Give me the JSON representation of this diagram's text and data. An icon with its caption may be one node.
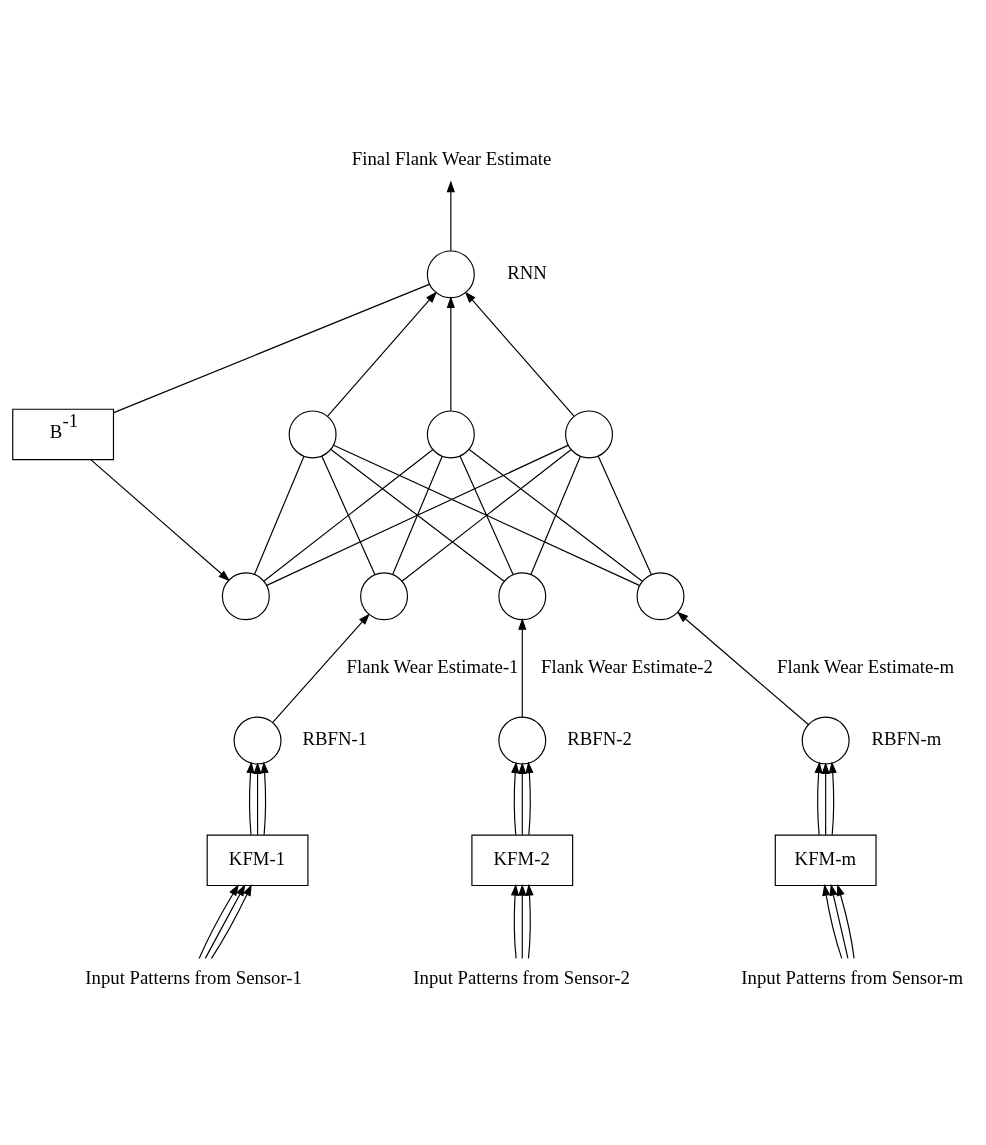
{
  "diagram": {
    "nodes": [
      {
        "text": [
          "Final Flank Wear Estimate"
        ]
      },
      {
        "text": [],
        "shape": "circle",
        "beside": [
          "RNN"
        ]
      },
      {
        "text": [],
        "shape": "circle"
      },
      {
        "text": [],
        "shape": "circle"
      },
      {
        "text": [],
        "shape": "circle"
      },
      {
        "text": [
          "B$^{-1}$"
        ]
      },
      {
        "text": [],
        "shape": "circle"
      },
      {
        "text": [],
        "shape": "circle"
      },
      {
        "text": [],
        "shape": "circle"
      },
      {
        "text": [],
        "shape": "circle"
      },
      {
        "text": [],
        "shape": "circle",
        "beside": [
          "RBFN-1"
        ]
      },
      {
        "text": [],
        "shape": "circle",
        "beside": [
          "RBFN-2"
        ]
      },
      {
        "text": [],
        "shape": "circle",
        "beside": [
          "RBFN-m"
        ]
      },
      {
        "text": [
          "KFM-1"
        ]
      },
      {
        "text": [
          "KFM-2"
        ]
      },
      {
        "text": [
          "KFM-m"
        ]
      },
      {
        "text": [
          "Input Patterns from Sensor-1"
        ]
      },
      {
        "text": [
          "Input Patterns from Sensor-2"
        ]
      },
      {
        "text": [
          "Input Patterns from Sensor-m"
        ]
      }
    ],
    "edges": [
      {
        "from": 1,
        "to": 0,
        "arrow": "to"
      },
      {
        "from": 2,
        "to": 1,
        "arrow": "to"
      },
      {
        "from": 3,
        "to": 1,
        "arrow": "to"
      },
      {
        "from": 4,
        "to": 1,
        "arrow": "to"
      },
      {
        "from": 6,
        "to": 2,
        "arrow": "none"
      },
      {
        "from": 6,
        "to": 3,
        "arrow": "none"
      },
      {
        "from": 6,
        "to": 4,
        "arrow": "none"
      },
      {
        "from": 7,
        "to": 2,
        "arrow": "none"
      },
      {
        "from": 7,
        "to": 3,
        "arrow": "none"
      },
      {
        "from": 7,
        "to": 4,
        "arrow": "none"
      },
      {
        "from": 8,
        "to": 2,
        "arrow": "none"
      },
      {
        "from": 8,
        "to": 3,
        "arrow": "none"
      },
      {
        "from": 8,
        "to": 4,
        "arrow": "none"
      },
      {
        "from": 9,
        "to": 2,
        "arrow": "none"
      },
      {
        "from": 9,
        "to": 3,
        "arrow": "none"
      },
      {
        "from": 9,
        "to": 4,
        "arrow": "none"
      },
      {
        "from": 1,
        "to": 5,
        "arrow": "none"
      },
      {
        "from": 5,
        "to": 6,
        "arrow": "to"
      },
      {
        "from": 10,
        "to": 7,
        "arrow": "to",
        "label": "Flank Wear Estimate-1"
      },
      {
        "from": 11,
        "to": 8,
        "arrow": "to",
        "label": "Flank Wear Estimate-2"
      },
      {
        "from": 12,
        "to": 9,
        "arrow": "to",
        "label": "Flank Wear Estimate-m"
      },
      {
        "from": 13,
        "to": 10,
        "arrow": "to"
      },
      {
        "from": 13,
        "to": 10,
        "arrow": "to"
      },
      {
        "from": 13,
        "to": 10,
        "arrow": "to"
      },
      {
        "from": 14,
        "to": 11,
        "arrow": "to"
      },
      {
        "from": 14,
        "to": 11,
        "arrow": "to"
      },
      {
        "from": 14,
        "to": 11,
        "arrow": "to"
      },
      {
        "from": 15,
        "to": 12,
        "arrow": "to"
      },
      {
        "from": 15,
        "to": 12,
        "arrow": "to"
      },
      {
        "from": 15,
        "to": 12,
        "arrow": "to"
      },
      {
        "from": 16,
        "to": 13,
        "arrow": "to"
      },
      {
        "from": 16,
        "to": 13,
        "arrow": "to"
      },
      {
        "from": 16,
        "to": 13,
        "arrow": "to"
      },
      {
        "from": 17,
        "to": 14,
        "arrow": "to"
      },
      {
        "from": 17,
        "to": 14,
        "arrow": "to"
      },
      {
        "from": 17,
        "to": 14,
        "arrow": "to"
      },
      {
        "from": 18,
        "to": 15,
        "arrow": "to"
      },
      {
        "from": 18,
        "to": 15,
        "arrow": "to"
      },
      {
        "from": 18,
        "to": 15,
        "arrow": "to"
      }
    ]
  }
}
